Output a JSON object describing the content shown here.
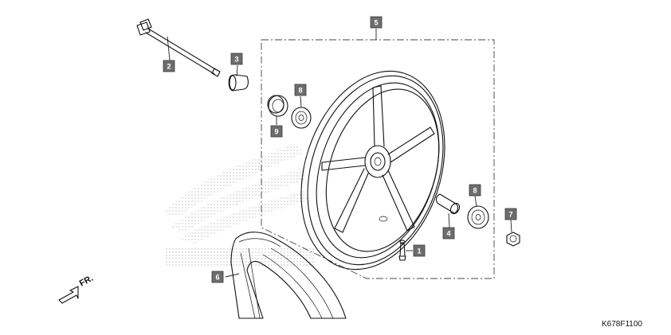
{
  "diagram_code": "K678F1100",
  "direction_label": "FR.",
  "callouts": [
    {
      "number": "1",
      "part": "valve"
    },
    {
      "number": "2",
      "part": "axle"
    },
    {
      "number": "3",
      "part": "collar-left"
    },
    {
      "number": "4",
      "part": "distance-collar"
    },
    {
      "number": "5",
      "part": "wheel"
    },
    {
      "number": "6",
      "part": "tire"
    },
    {
      "number": "7",
      "part": "axle-nut"
    },
    {
      "number": "8",
      "part": "bearing"
    },
    {
      "number": "8",
      "part": "bearing"
    },
    {
      "number": "9",
      "part": "dust-seal"
    }
  ]
}
